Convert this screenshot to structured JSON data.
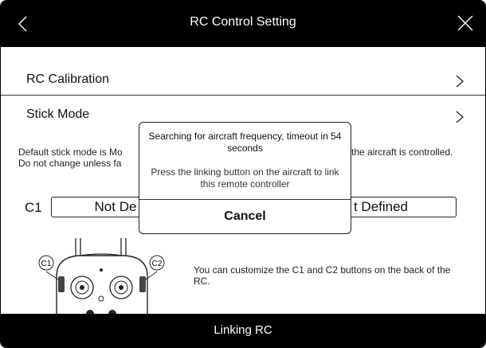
{
  "header": {
    "title": "RC Control Setting",
    "back_icon": "chevron-left-icon",
    "close_icon": "close-icon"
  },
  "rows": [
    {
      "label": "RC Calibration",
      "icon": "chevron-right-icon"
    },
    {
      "label": "Stick Mode",
      "icon": "chevron-right-icon"
    }
  ],
  "description": {
    "line1_left": "Default stick mode is Mo",
    "line1_right": "the aircraft is controlled.",
    "line2_left": "Do not change unless fa"
  },
  "custom_buttons": {
    "c1_label": "C1",
    "c1_value": "Not De",
    "c2_value": "t Defined",
    "callout_c1": "C1",
    "callout_c2": "C2",
    "help_text": "You can customize the C1 and C2 buttons on the back of the RC."
  },
  "dialog": {
    "message": "Searching for aircraft frequency, timeout in 54 seconds",
    "instruction": "Press the linking button on the aircraft to link this remote controller",
    "cancel_label": "Cancel"
  },
  "footer": {
    "title": "Linking RC"
  },
  "colors": {
    "bar": "#000000",
    "background": "#ffffff",
    "text": "#111111"
  }
}
